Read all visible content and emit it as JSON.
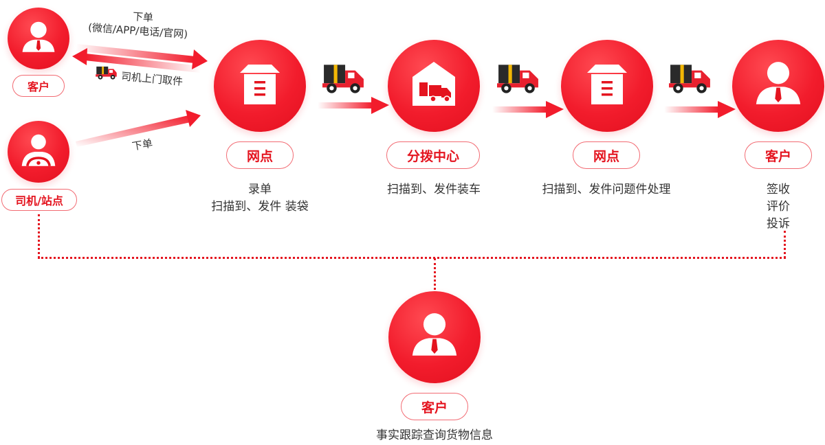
{
  "nodes": {
    "customer_start": {
      "label": "客户",
      "icon": "customer-icon"
    },
    "driver": {
      "label": "司机/站点",
      "icon": "driver-icon"
    },
    "outlet_1": {
      "label": "网点",
      "icon": "outlet-icon",
      "desc": [
        "录单",
        "扫描到、发件 装袋"
      ]
    },
    "hub": {
      "label": "分拨中心",
      "icon": "warehouse-truck-icon",
      "desc": [
        "扫描到、发件装车"
      ]
    },
    "outlet_2": {
      "label": "网点",
      "icon": "outlet-icon",
      "desc": [
        "扫描到、发件问题件处理"
      ]
    },
    "customer_end": {
      "label": "客户",
      "icon": "customer-icon",
      "desc": [
        "签收",
        "评价",
        "投诉"
      ]
    },
    "customer_track": {
      "label": "客户",
      "icon": "customer-icon",
      "desc": [
        "事实跟踪查询货物信息"
      ]
    }
  },
  "edges": {
    "order_top": [
      "下单",
      "(微信/APP/电话/官网)"
    ],
    "pickup": "司机上门取件",
    "order_driver": "下单"
  },
  "colors": {
    "accent": "#e4141f",
    "circle": "#f21c2c",
    "truck_red": "#e8202e",
    "truck_cargo": "#2a2a2a",
    "truck_stripe": "#f2b705"
  }
}
